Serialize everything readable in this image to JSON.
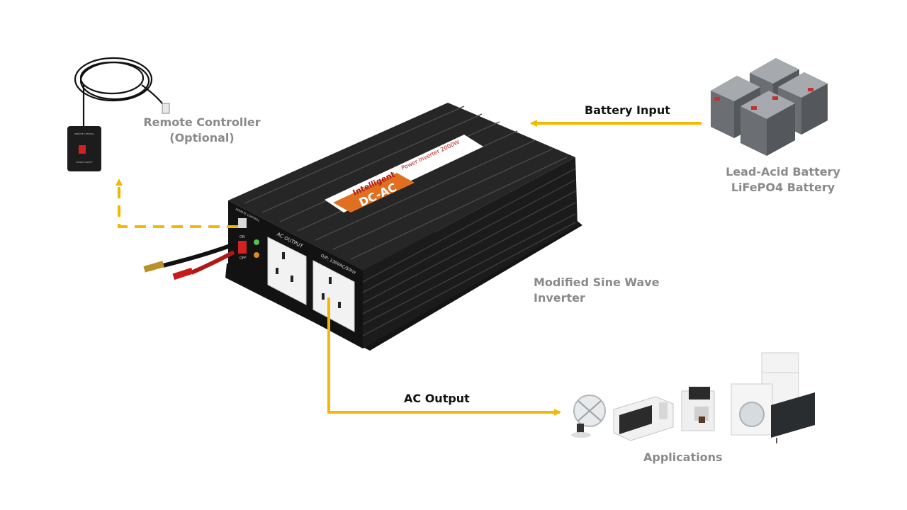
{
  "labels": {
    "remote_line1": "Remote Controller",
    "remote_line2": "(Optional)",
    "battery_input": "Battery Input",
    "battery_line1": "Lead-Acid Battery",
    "battery_line2": "LiFePO4 Battery",
    "inverter_line1": "Modified Sine Wave",
    "inverter_line2": "Inverter",
    "ac_output": "AC Output",
    "applications": "Applications"
  },
  "inverter_print": {
    "brand": "Intelligent",
    "model": "DC-AC",
    "series": "Power Inverter 2000W",
    "ac_output": "AC OUTPUT",
    "output_spec": "O/P: 230VAC/50Hz",
    "remote_control": "REMOTE CONTROL",
    "on": "ON",
    "off": "OFF"
  },
  "remote_print": {
    "top": "REMOTE CONTROL",
    "bottom": "POWER ON/OFF"
  },
  "colors": {
    "arrow": "#f5b800",
    "label_grey": "#8a8a8a",
    "label_dark": "#111111",
    "inverter_body": "#1c1c1c",
    "accent_red": "#d42020"
  }
}
